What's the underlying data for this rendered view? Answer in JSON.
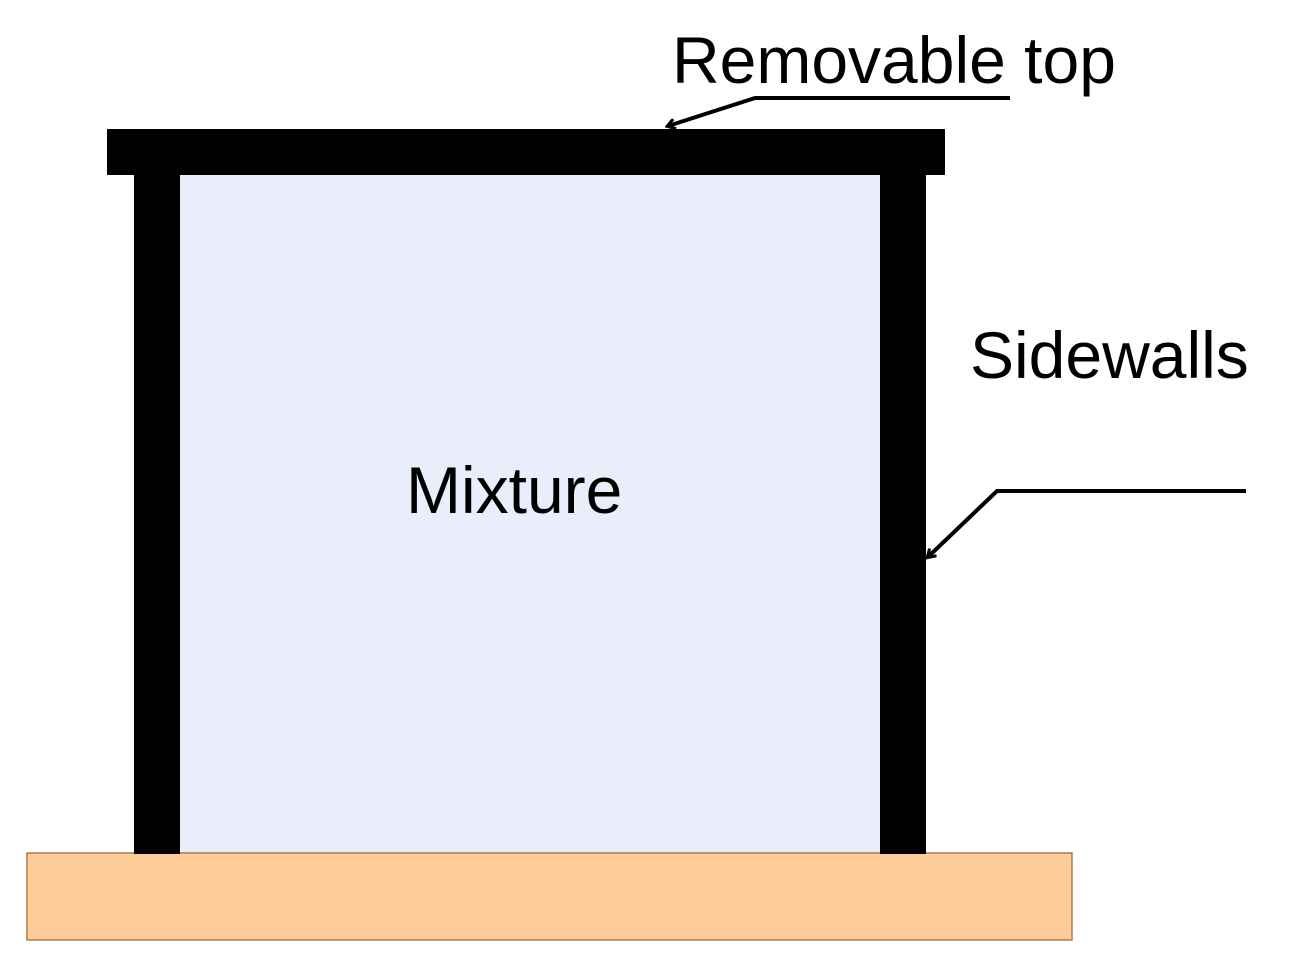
{
  "labels": {
    "removable_top": "Removable top",
    "sidewalls": "Sidewalls",
    "mixture": "Mixture"
  },
  "colors": {
    "background": "#ffffff",
    "mixture_fill": "#e9eefa",
    "wall": "#000000",
    "base_fill": "#fdcc99",
    "base_stroke": "#b07a4a",
    "text": "#000000"
  }
}
